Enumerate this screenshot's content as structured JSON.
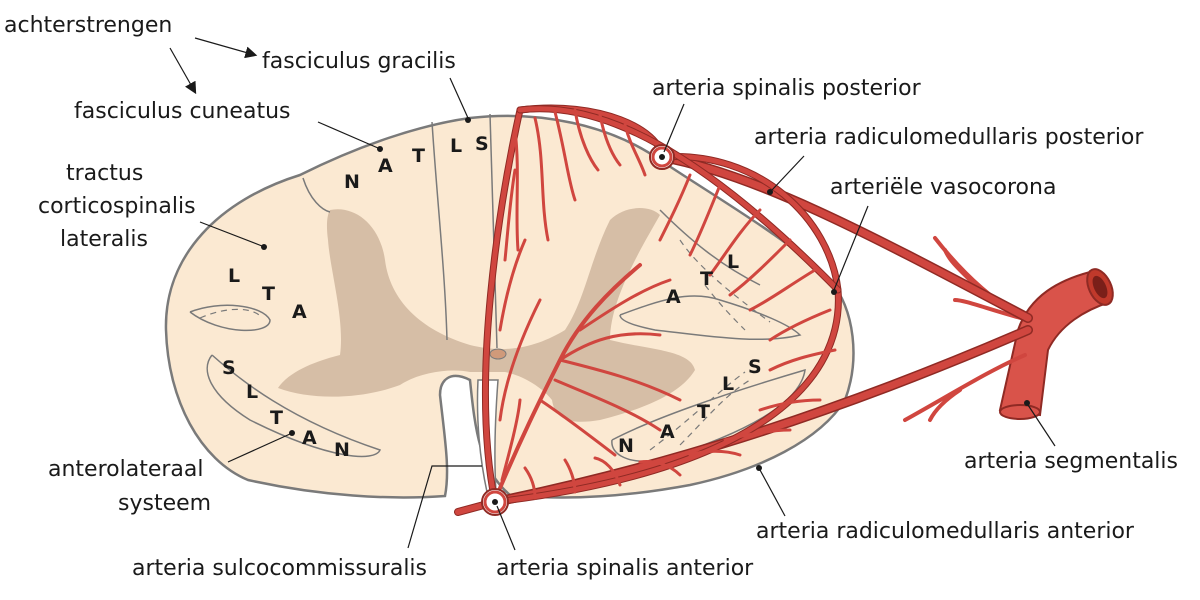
{
  "labels": {
    "achterstrengen": "achterstrengen",
    "fasciculus_gracilis": "fasciculus gracilis",
    "fasciculus_cuneatus": "fasciculus cuneatus",
    "tractus_line1": "tractus",
    "tractus_line2": "corticospinalis",
    "tractus_line3": "lateralis",
    "anterolateraal_line1": "anterolateraal",
    "anterolateraal_line2": "systeem",
    "sulcocommissuralis": "arteria sulcocommissuralis",
    "spinalis_anterior": "arteria spinalis anterior",
    "spinalis_posterior": "arteria spinalis posterior",
    "radiculo_posterior": "arteria radiculomedullaris posterior",
    "vasocorona": "arteriële vasocorona",
    "segmentalis": "arteria segmentalis",
    "radiculo_anterior": "arteria radiculomedullaris anterior"
  },
  "letters": {
    "dorsal": [
      "N",
      "A",
      "T",
      "L",
      "S"
    ],
    "corticospinal_left": [
      "L",
      "T",
      "A"
    ],
    "anterolateral_left": [
      "S",
      "L",
      "T",
      "A",
      "N"
    ],
    "corticospinal_right": [
      "A",
      "T",
      "L"
    ],
    "anterolateral_right": [
      "N",
      "A",
      "T",
      "L",
      "S"
    ]
  },
  "colors": {
    "white_matter": "#fbe9d2",
    "grey_matter": "#d6bea6",
    "outline": "#7a7a7a",
    "artery": "#d0463f",
    "artery_dark": "#8f2a24",
    "text": "#1a1a1a"
  }
}
